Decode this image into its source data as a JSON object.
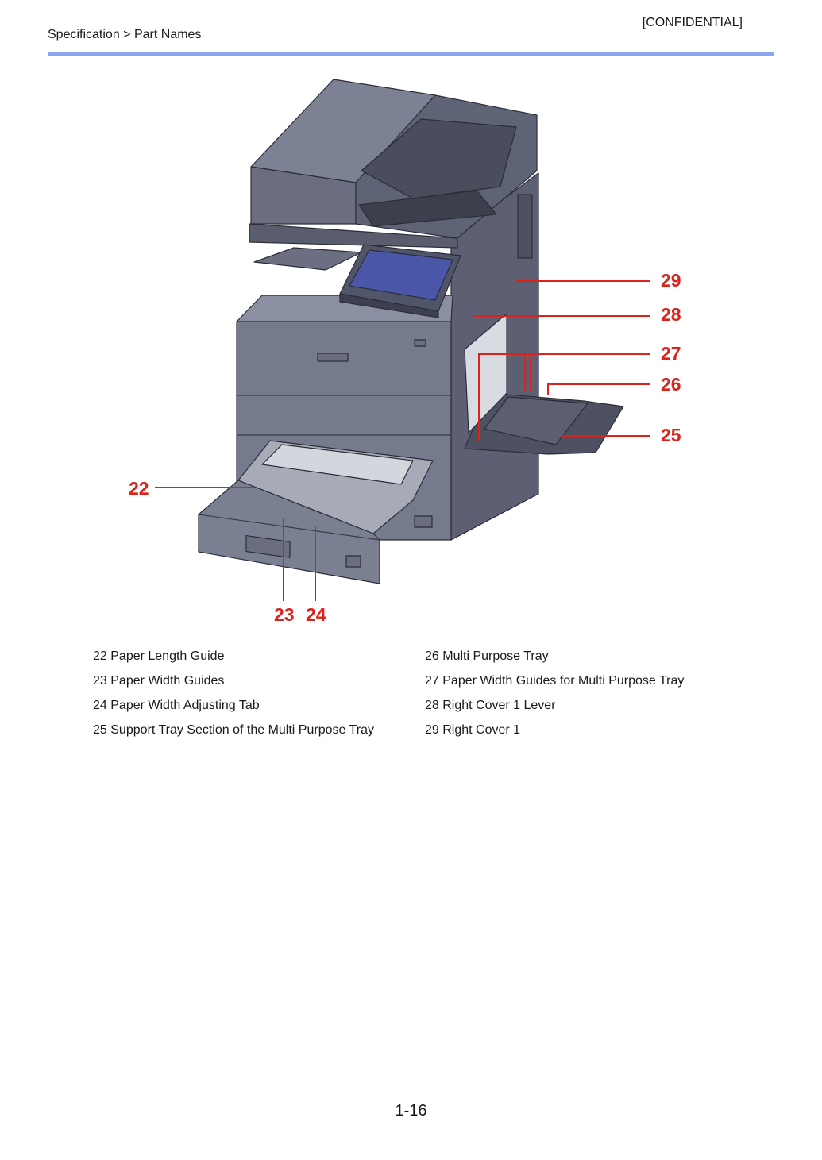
{
  "header": {
    "classification": "[CONFIDENTIAL]",
    "breadcrumb": "Specification > Part Names"
  },
  "colors": {
    "header_rule": "#8aa6ef",
    "callout": "#e0201a",
    "machine_body": "#6f7386",
    "screen": "#4a56a8"
  },
  "figure": {
    "callouts": {
      "c22": "22",
      "c23": "23",
      "c24": "24",
      "c25": "25",
      "c26": "26",
      "c27": "27",
      "c28": "28",
      "c29": "29"
    }
  },
  "legend": {
    "left": [
      "22 Paper Length Guide",
      "23 Paper Width Guides",
      "24 Paper Width Adjusting Tab",
      "25 Support Tray Section of the Multi Purpose Tray"
    ],
    "right": [
      "26 Multi Purpose Tray",
      "27 Paper Width Guides for Multi Purpose Tray",
      "28 Right Cover 1 Lever",
      "29 Right Cover 1"
    ]
  },
  "footer": {
    "page_number": "1-16"
  }
}
